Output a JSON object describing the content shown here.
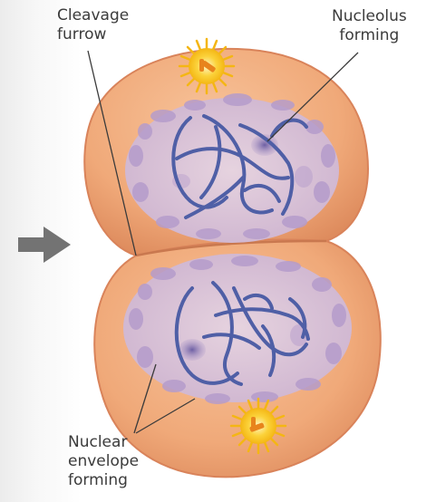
{
  "labels": {
    "cleavage_furrow": [
      "Cleavage",
      "furrow"
    ],
    "nucleolus_forming": [
      "Nucleolus",
      "forming"
    ],
    "nuclear_envelope_forming": [
      "Nuclear",
      "envelope",
      "forming"
    ]
  },
  "colors": {
    "cell_fill": "#f0a979",
    "cell_edge": "#d9835a",
    "nucleus_fill": "#dcc6d8",
    "vesicle": "#b59ccb",
    "chromosome": "#4f5fa6",
    "centrosome": "#f9c21a",
    "centriole": "#e8841c",
    "leader_line": "#3b3b3b",
    "arrow": "#737373"
  },
  "icons": {
    "arrow": "arrow-right-icon",
    "centrosome": "centrosome-icon"
  }
}
